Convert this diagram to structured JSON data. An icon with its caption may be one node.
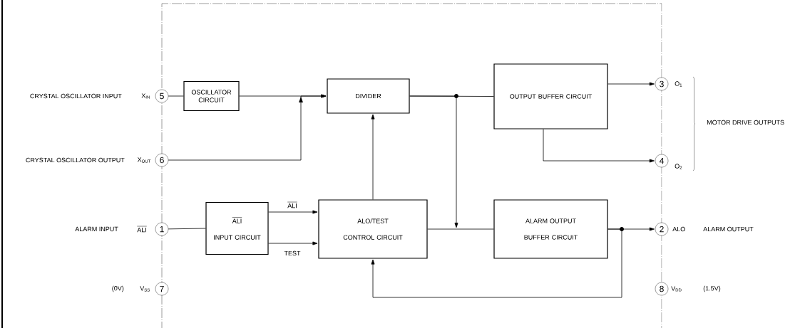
{
  "diagram": {
    "nodes": [
      {
        "text": [
          "5"
        ],
        "beside": [
          "CRYSTAL OSCILLATOR INPUT",
          "X$_{IN}$"
        ]
      },
      {
        "text": [
          "6"
        ],
        "beside": [
          "CRYSTAL OSCILLATOR OUTPUT",
          "X$_{OUT}$"
        ]
      },
      {
        "text": [
          "1"
        ],
        "beside": [
          "ALARM INPUT",
          "ALI"
        ]
      },
      {
        "text": [
          "7"
        ],
        "beside": [
          "(0V)",
          "V$_{SS}$"
        ]
      },
      {
        "text": [
          "OSCILLATOR CIRCUIT"
        ]
      },
      {
        "text": [
          "DIVIDER"
        ]
      },
      {
        "text": [
          "OUTPUT BUFFER CIRCUIT"
        ]
      },
      {
        "text": [
          "ALI",
          "INPUT CIRCUIT"
        ]
      },
      {
        "text": [
          "ALO/TEST",
          "CONTROL CIRCUIT"
        ]
      },
      {
        "text": [
          "ALARM OUTPUT",
          "BUFFER CIRCUIT"
        ]
      },
      {
        "text": [
          "3"
        ],
        "beside": [
          "O$_{1}$"
        ]
      },
      {
        "text": [
          "4"
        ],
        "beside": [
          "O$_{2}$"
        ]
      },
      {
        "text": [
          "2"
        ],
        "beside": [
          "ALO",
          "ALARM OUTPUT"
        ]
      },
      {
        "text": [
          "8"
        ],
        "beside": [
          "V$_{DD}$",
          "(1.5V)"
        ]
      }
    ],
    "edges": [
      {
        "from": 0,
        "to": 4,
        "arrow": "none"
      },
      {
        "from": 4,
        "to": 5,
        "arrow": "to"
      },
      {
        "from": 1,
        "to": 5,
        "arrow": "to"
      },
      {
        "from": 5,
        "to": 6,
        "arrow": "none"
      },
      {
        "from": 5,
        "to": null,
        "arrow": "to"
      },
      {
        "from": 6,
        "to": 10,
        "arrow": "to"
      },
      {
        "from": 6,
        "to": 11,
        "arrow": "to"
      },
      {
        "from": 2,
        "to": 7,
        "arrow": "none"
      },
      {
        "from": 7,
        "to": 8,
        "arrow": "to",
        "label": "ALI"
      },
      {
        "from": 7,
        "to": 8,
        "arrow": "to",
        "label": "TEST"
      },
      {
        "from": 8,
        "to": 5,
        "arrow": "to"
      },
      {
        "from": 8,
        "to": 9,
        "arrow": "none"
      },
      {
        "from": 9,
        "to": 12,
        "arrow": "to"
      },
      {
        "from": 9,
        "to": 8,
        "arrow": "to"
      }
    ],
    "labels": [
      "MOTOR DRIVE OUTPUTS"
    ]
  }
}
